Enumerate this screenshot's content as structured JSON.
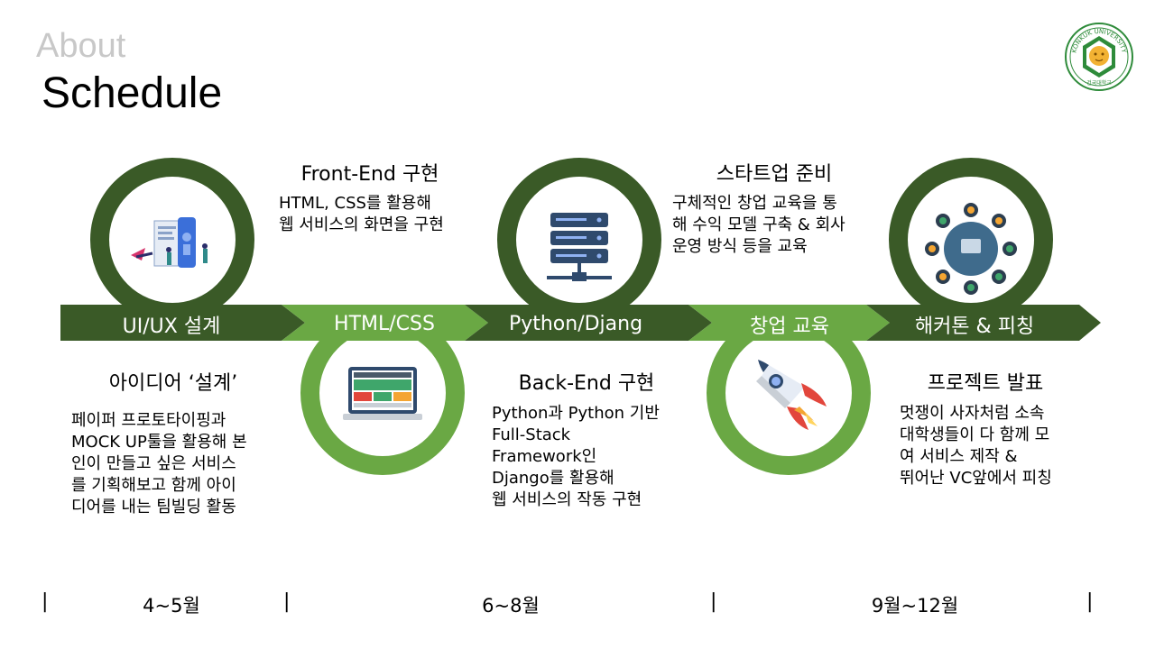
{
  "header": {
    "section": "About",
    "title": "Schedule"
  },
  "logo": {
    "icon": "university-seal-icon",
    "text": "KONKUK UNIVERSITY",
    "inner_text": "건국대학교"
  },
  "colors": {
    "dark_green": "#3a5a27",
    "light_green": "#6aa844"
  },
  "timeline": {
    "stages": [
      {
        "label": "UI/UX 설계",
        "icon": "ux-design-icon"
      },
      {
        "label": "HTML/CSS",
        "icon": "laptop-icon"
      },
      {
        "label": "Python/Djang",
        "icon": "server-icon"
      },
      {
        "label": "창업 교육",
        "icon": "rocket-icon"
      },
      {
        "label": "해커톤 & 피칭",
        "icon": "team-meeting-icon"
      }
    ]
  },
  "descriptions": {
    "uiux": {
      "heading": "아이디어 ‘설계’",
      "lines": [
        "페이퍼 프로토타이핑과",
        "MOCK UP툴을 활용해 본",
        "인이 만들고 싶은 서비스",
        "를 기획해보고 함께 아이",
        "디어를 내는 팀빌딩 활동"
      ]
    },
    "frontend": {
      "heading": "Front-End 구현",
      "lines": [
        "HTML, CSS를 활용해",
        "웹 서비스의 화면을 구현"
      ]
    },
    "backend": {
      "heading": "Back-End 구현",
      "lines": [
        "Python과 Python 기반",
        "Full-Stack",
        "Framework인",
        "Django를 활용해",
        "웹 서비스의 작동 구현"
      ]
    },
    "startup": {
      "heading": "스타트업 준비",
      "lines": [
        "구체적인 창업 교육을 통",
        "해 수익 모델 구축 & 회사",
        "운영 방식 등을 교육"
      ]
    },
    "pitching": {
      "heading": "프로젝트 발표",
      "lines": [
        "멋쟁이 사자처럼 소속",
        "대학생들이 다 함께 모",
        "여 서비스 제작 &",
        "뛰어난 VC앞에서 피칭"
      ]
    }
  },
  "periods": [
    "4~5월",
    "6~8월",
    "9월~12월"
  ],
  "divider": "|"
}
